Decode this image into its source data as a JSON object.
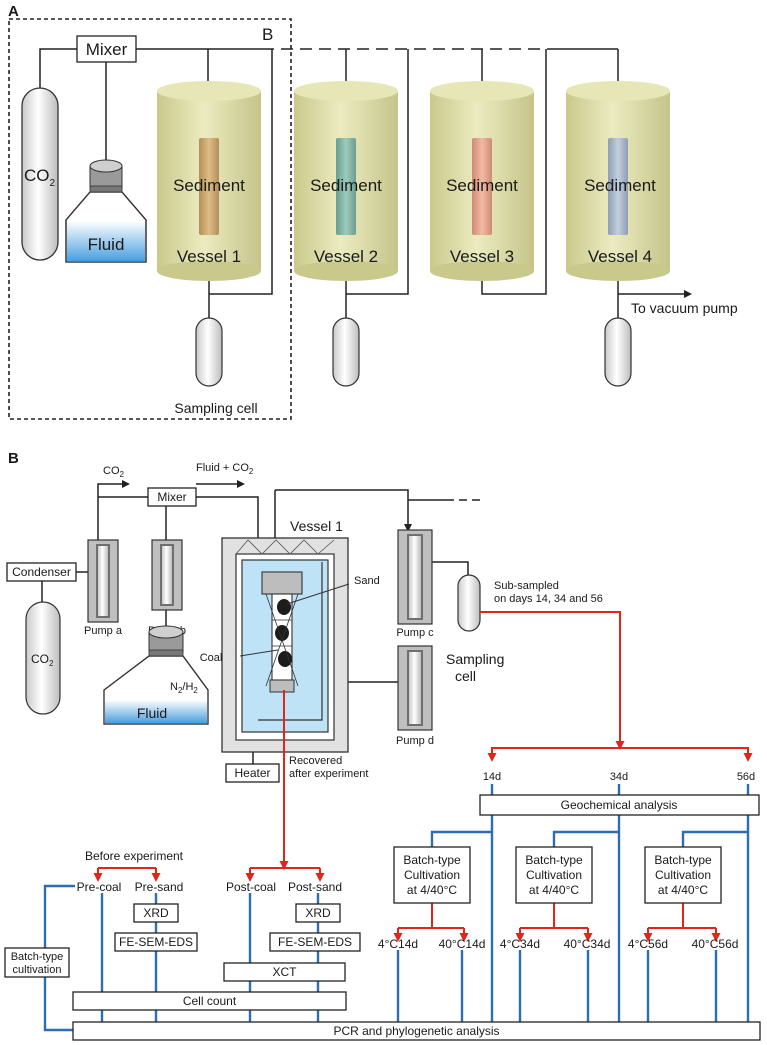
{
  "panel_a": {
    "letter": "A",
    "box_label": "B",
    "mixer": "Mixer",
    "co2": "CO",
    "co2_sub": "2",
    "fluid": "Fluid",
    "sediment": "Sediment",
    "vessels": [
      "Vessel 1",
      "Vessel 2",
      "Vessel 3",
      "Vessel 4"
    ],
    "to_vacuum": "To vacuum pump",
    "sampling_cell": "Sampling cell"
  },
  "panel_b": {
    "letter": "B",
    "co2_top": "CO",
    "co2_top_sub": "2",
    "fluid_co2": "Fluid + CO",
    "fluid_co2_sub": "2",
    "mixer": "Mixer",
    "vessel": "Vessel 1",
    "condenser": "Condenser",
    "co2_tank": "CO",
    "co2_tank_sub": "2",
    "pump_a": "Pump a",
    "pump_b": "Pump b",
    "pump_c": "Pump c",
    "pump_d": "Pump d",
    "sand": "Sand",
    "coal": "Coal",
    "n2h2_n": "N",
    "n2h2_2a": "2",
    "n2h2_h": "/H",
    "n2h2_2b": "2",
    "fluid": "Fluid",
    "heater": "Heater",
    "recovered_1": "Recovered",
    "recovered_2": "after experiment",
    "subsampled_1": "Sub-sampled",
    "subsampled_2": "on days 14, 34 and 56",
    "sampling_1": "Sampling",
    "sampling_2": "cell",
    "days": [
      "14d",
      "34d",
      "56d"
    ],
    "geochemical": "Geochemical analysis",
    "batch_1": "Batch-type",
    "batch_2": "Cultivation",
    "batch_3": "at 4/40°C",
    "before_exp": "Before experiment",
    "pre_coal": "Pre-coal",
    "pre_sand": "Pre-sand",
    "post_coal": "Post-coal",
    "post_sand": "Post-sand",
    "xrd": "XRD",
    "fesem": "FE-SEM-EDS",
    "xct": "XCT",
    "cell_count": "Cell count",
    "pcr": "PCR and phylogenetic analysis",
    "batch_cult_1": "Batch-type",
    "batch_cult_2": "cultivation",
    "temps": [
      "4°C14d",
      "40°C14d",
      "4°C34d",
      "40°C34d",
      "4°C56d",
      "40°C56d"
    ]
  },
  "colors": {
    "vessel": "#dfe0a6",
    "sediment_1": "#c9a76c",
    "sediment_2": "#7fb3a3",
    "sediment_3": "#e0a089",
    "sediment_4": "#a8b6cb",
    "fluid": "#4a9fe0",
    "red_arrow": "#e0251b",
    "blue_line": "#2d6db0"
  }
}
